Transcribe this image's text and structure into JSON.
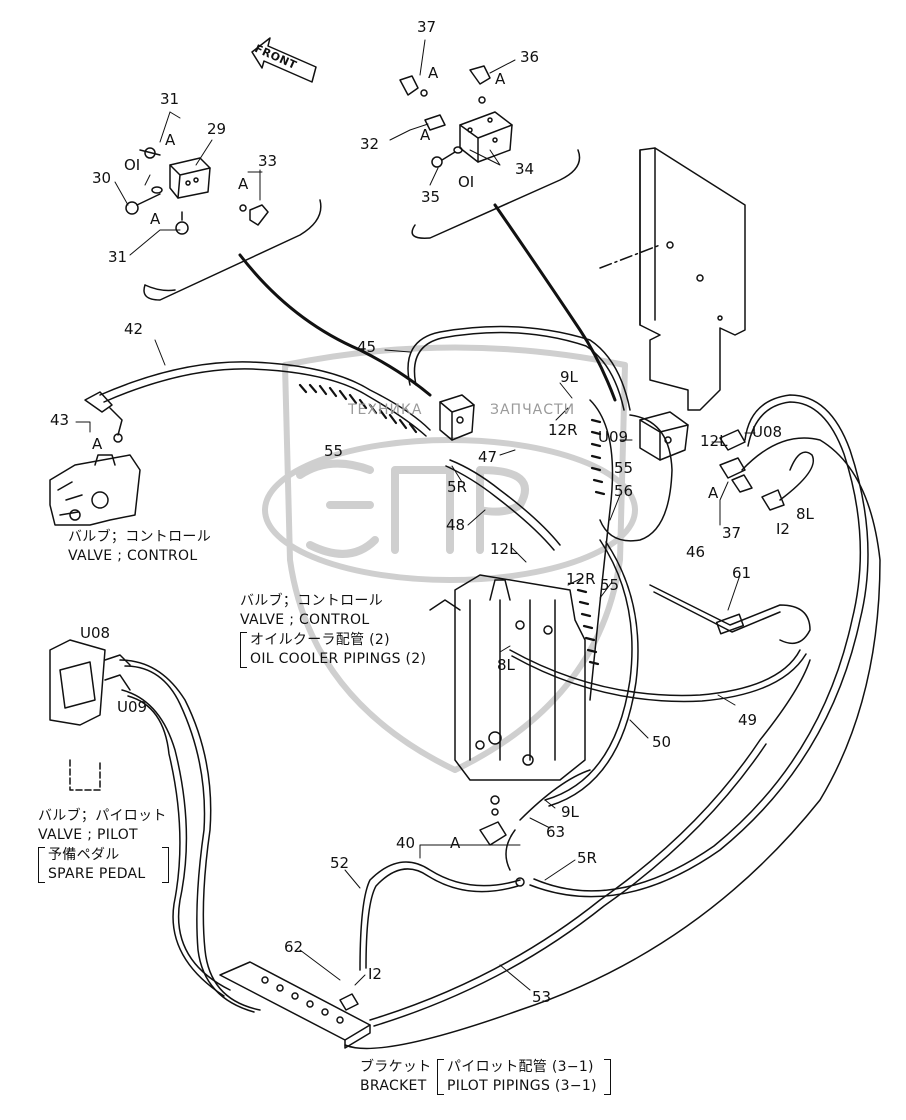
{
  "front_label": "FRONT",
  "watermark": {
    "left": "ТЕХНИКА",
    "right": "ЗАПЧАСТИ"
  },
  "callouts": {
    "c29": "29",
    "c30": "30",
    "c31a": "31",
    "c31b": "31",
    "c32": "32",
    "c33": "33",
    "c34": "34",
    "c35": "35",
    "c36": "36",
    "c37a": "37",
    "c37b": "37",
    "c40": "40",
    "c42": "42",
    "c43": "43",
    "c45": "45",
    "c46": "46",
    "c47": "47",
    "c48": "48",
    "c49": "49",
    "c50": "50",
    "c52": "52",
    "c53": "53",
    "c55a": "55",
    "c55b": "55",
    "c55c": "55",
    "c56": "56",
    "c61": "61",
    "c62": "62",
    "c63": "63",
    "oi1": "OI",
    "oi2": "OI",
    "a1": "A",
    "a2": "A",
    "a3": "A",
    "a4": "A",
    "a5": "A",
    "a6": "A",
    "a7": "A",
    "a8": "A",
    "p9l_top": "9L",
    "p12r_top": "12R",
    "pu09_mid": "U09",
    "p12l_right": "12L",
    "pu08_right": "U08",
    "p8l_right": "8L",
    "p12_right": "I2",
    "p5r_mid": "5R",
    "p12l_mid": "12L",
    "p12r_mid": "12R",
    "p8l_mid": "8L",
    "pu08_left": "U08",
    "pu09_left": "U09",
    "p9l_low": "9L",
    "p5r_low": "5R",
    "p12_low": "I2"
  },
  "labels": {
    "valve_control_1_jp": "バルブ；コントロール",
    "valve_control_1_en": "VALVE ; CONTROL",
    "valve_control_2_jp": "バルブ；コントロール",
    "valve_control_2_en": "VALVE ; CONTROL",
    "oil_cooler_jp": "オイルクーラ配管 (2)",
    "oil_cooler_en": "OIL COOLER PIPINGS (2)",
    "valve_pilot_jp": "バルブ；パイロット",
    "valve_pilot_en": "VALVE ; PILOT",
    "spare_pedal_jp": "予備ペダル",
    "spare_pedal_en": "SPARE PEDAL",
    "bracket_jp": "ブラケット",
    "bracket_en": "BRACKET",
    "pilot_pipings_jp": "パイロット配管 (3−1)",
    "pilot_pipings_en": "PILOT PIPINGS (3−1)"
  }
}
